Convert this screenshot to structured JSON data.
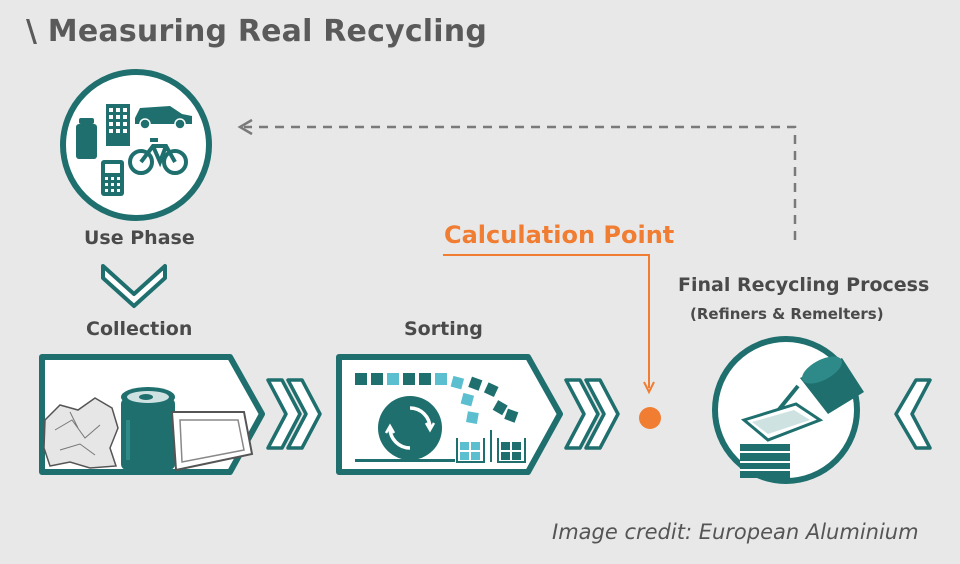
{
  "title": "\\ Measuring Real Recycling",
  "labels": {
    "use_phase": "Use Phase",
    "collection": "Collection",
    "sorting": "Sorting",
    "final_process": "Final Recycling Process",
    "final_process_sub": "(Refiners & Remelters)",
    "calculation_point": "Calculation Point"
  },
  "credit": "Image credit: European Aluminium",
  "colors": {
    "teal": "#1e6f6e",
    "light_teal": "#5bbfcf",
    "orange": "#f07d32",
    "gray_dashed": "#7a7a7a",
    "background": "#e8e8e8"
  },
  "icons": [
    "can-icon",
    "building-icon",
    "car-icon",
    "bicycle-icon",
    "phone-icon",
    "chevron-down-icon",
    "chevron-right-icon",
    "chevron-left-icon",
    "sorting-drum-icon",
    "crucible-pour-icon"
  ]
}
